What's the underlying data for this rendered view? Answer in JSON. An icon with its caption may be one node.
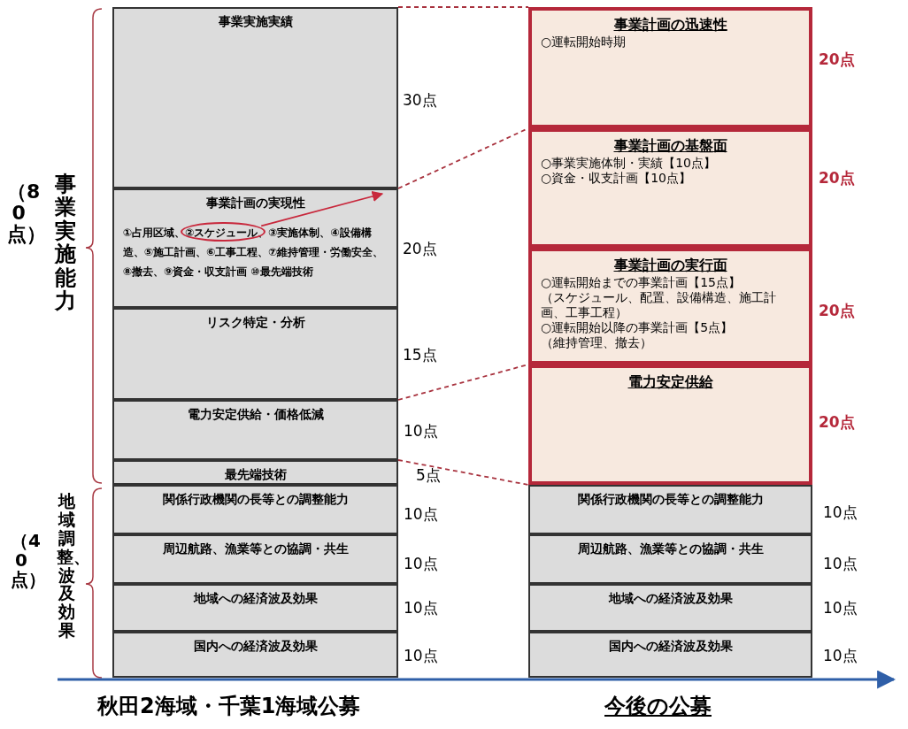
{
  "diagram": {
    "nodes": [
      {
        "text": [
          "事業実施実績"
        ],
        "beside": [
          "30点"
        ]
      },
      {
        "text": [
          "事業計画の実現性",
          "①占用区域、②スケジュール、③実施体制、④設備構造、⑤施工計画、⑥工事工程、⑦維持管理・労働安全、⑧撤去、⑨資金・収支計画 ⑩最先端技術"
        ],
        "beside": [
          "20点"
        ]
      },
      {
        "text": [],
        "shape": "circle",
        "in": 1
      },
      {
        "text": [
          "リスク特定・分析"
        ],
        "beside": [
          "15点"
        ]
      },
      {
        "text": [
          "電力安定供給・価格低減"
        ],
        "beside": [
          "10点"
        ]
      },
      {
        "text": [
          "最先端技術"
        ],
        "beside": [
          "5点"
        ]
      },
      {
        "text": [
          "関係行政機関の長等との調整能力"
        ],
        "beside": [
          "10点"
        ]
      },
      {
        "text": [
          "周辺航路、漁業等との協調・共生"
        ],
        "beside": [
          "10点"
        ]
      },
      {
        "text": [
          "地域への経済波及効果"
        ],
        "beside": [
          "10点"
        ]
      },
      {
        "text": [
          "国内への経済波及効果"
        ],
        "beside": [
          "10点"
        ]
      },
      {
        "text": [
          "事業計画の迅速性",
          "○運転開始時期"
        ],
        "beside": [
          "20点"
        ]
      },
      {
        "text": [
          "事業計画の基盤面",
          "○事業実施体制・実績【10点】",
          "○資金・収支計画【10点】"
        ],
        "beside": [
          "20点"
        ]
      },
      {
        "text": [
          "事業計画の実行面",
          "○運転開始までの事業計画【15点】",
          "（スケジュール、配置、設備構造、施工計画、工事工程）",
          "○運転開始以降の事業計画【5点】",
          "（維持管理、撤去）"
        ],
        "beside": [
          "20点"
        ]
      },
      {
        "text": [
          "電力安定供給"
        ],
        "beside": [
          "20点"
        ]
      },
      {
        "text": [
          "関係行政機関の長等との調整能力"
        ],
        "beside": [
          "10点"
        ]
      },
      {
        "text": [
          "周辺航路、漁業等との協調・共生"
        ],
        "beside": [
          "10点"
        ]
      },
      {
        "text": [
          "地域への経済波及効果"
        ],
        "beside": [
          "10点"
        ]
      },
      {
        "text": [
          "国内への経済波及効果"
        ],
        "beside": [
          "10点"
        ]
      }
    ],
    "edges": [
      {
        "from": 0,
        "to": 10,
        "arrow": "none",
        "style": "dashed"
      },
      {
        "from": 2,
        "to": null,
        "arrow": "to",
        "color": "#c8283c"
      },
      {
        "from": 1,
        "to": 11,
        "arrow": "none",
        "style": "dashed"
      },
      {
        "from": 4,
        "to": 13,
        "arrow": "none",
        "style": "dashed"
      },
      {
        "from": 4,
        "to": 13,
        "arrow": "none",
        "style": "dashed"
      }
    ],
    "labels": [
      "（80点）",
      "事業実施能力",
      "（40点）",
      "地域調整、波及効果",
      "秋田2海域・千葉1海域公募",
      "今後の公募"
    ]
  }
}
